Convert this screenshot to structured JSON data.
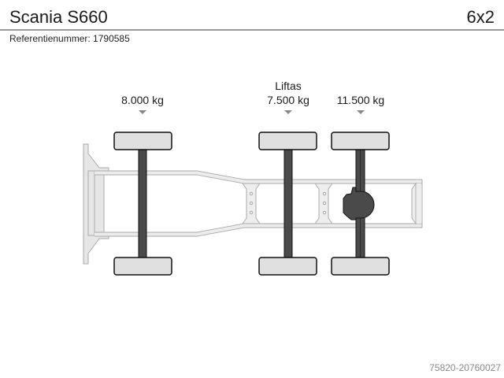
{
  "header": {
    "title": "Scania S660",
    "axle_configuration": "6x2",
    "reference_label": "Referentienummer: 1790585"
  },
  "axles": [
    {
      "position": "front",
      "load": "8.000 kg",
      "note": ""
    },
    {
      "position": "middle",
      "load": "7.500 kg",
      "note": "Liftas"
    },
    {
      "position": "rear",
      "load": "11.500 kg",
      "note": ""
    }
  ],
  "footer": {
    "code": "75820-20760027"
  },
  "colors": {
    "frame_fill": "#e8e8e8",
    "frame_stroke": "#aaaaaa",
    "axle_fill": "#4a4a4a",
    "wheel_fill": "#e0e0e0",
    "arrow": "#888888"
  }
}
